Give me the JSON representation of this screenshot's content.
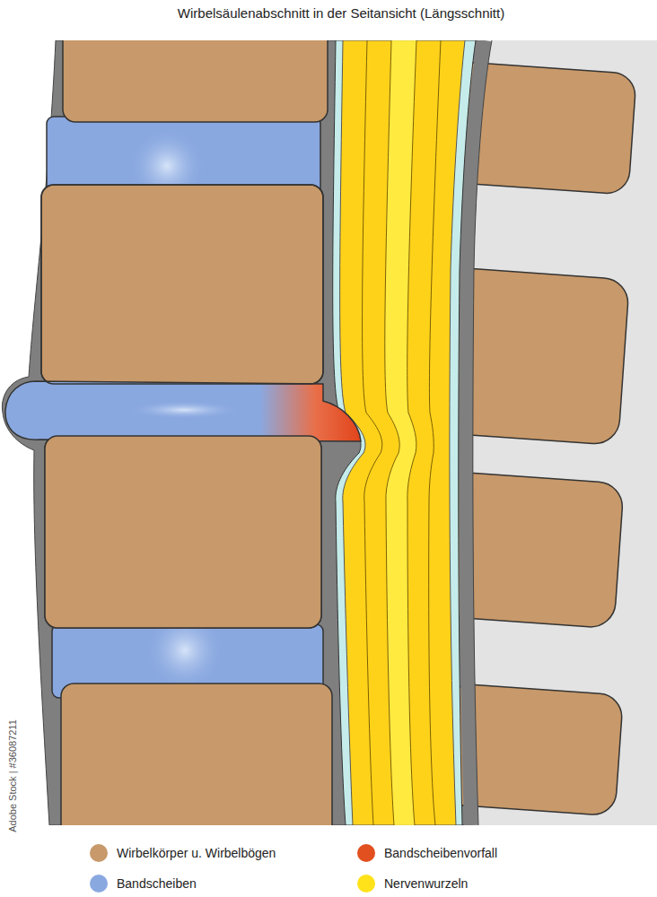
{
  "diagram": {
    "title": "Wirbelsäulenabschnitt in der Seitansicht (Längsschnitt)",
    "labels": [
      "Adobe Stock | #36087211"
    ],
    "legend": [
      {
        "text": "Wirbelkörper u. Wirbelbögen",
        "color": "#c8996a"
      },
      {
        "text": "Bandscheibenvorfall",
        "color": "#e2501f"
      },
      {
        "text": "Bandscheiben",
        "color": "#8aa8e0"
      },
      {
        "text": "Nervenwurzeln",
        "color": "#ffe21a"
      }
    ]
  }
}
